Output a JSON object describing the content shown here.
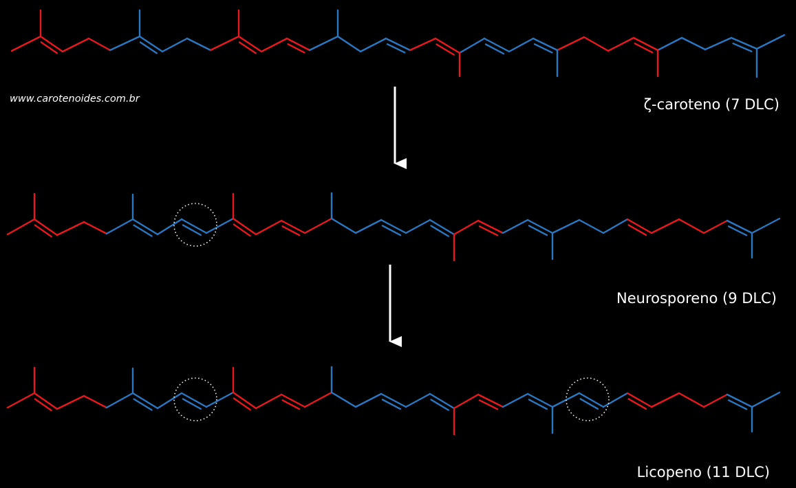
{
  "website": "www.carotenoides.com.br",
  "colors": {
    "background": "#000000",
    "red": "#e8191e",
    "blue": "#2a77c2",
    "white": "#ffffff"
  },
  "compounds": [
    {
      "label": "ζ-caroteno (7 DLC)"
    },
    {
      "label": "Neurosporeno (9 DLC)"
    },
    {
      "label": "Licopeno (11 DLC)"
    }
  ]
}
